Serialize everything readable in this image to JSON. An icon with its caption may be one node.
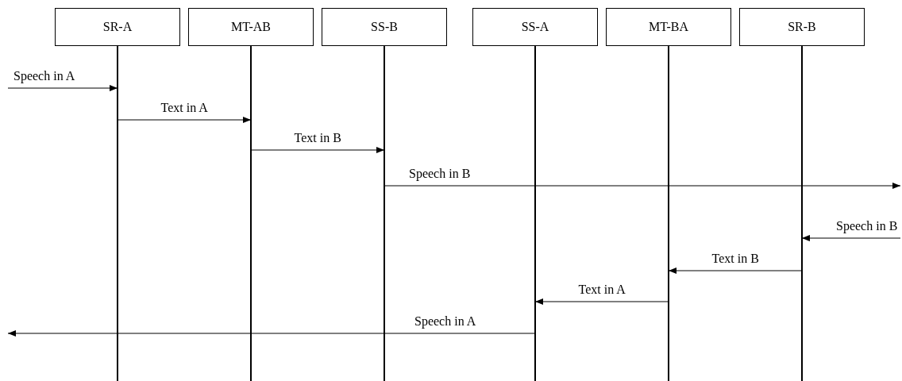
{
  "diagram": {
    "nodes": [
      {
        "text": [
          "SR-A"
        ]
      },
      {
        "text": [
          "MT-AB"
        ]
      },
      {
        "text": [
          "SS-B"
        ]
      },
      {
        "text": [
          "SS-A"
        ]
      },
      {
        "text": [
          "MT-BA"
        ]
      },
      {
        "text": [
          "SR-B"
        ]
      }
    ],
    "edges": [
      {
        "from": null,
        "to": 0,
        "arrow": "to",
        "label": "Speech in A"
      },
      {
        "from": 0,
        "to": 1,
        "arrow": "to",
        "label": "Text in A"
      },
      {
        "from": 1,
        "to": 2,
        "arrow": "to",
        "label": "Text in B"
      },
      {
        "from": 2,
        "to": null,
        "arrow": "to",
        "label": "Speech in B"
      },
      {
        "from": null,
        "to": 5,
        "arrow": "to",
        "label": "Speech in B"
      },
      {
        "from": 5,
        "to": 4,
        "arrow": "to",
        "label": "Text in B"
      },
      {
        "from": 4,
        "to": 3,
        "arrow": "to",
        "label": "Text in A"
      },
      {
        "from": 3,
        "to": null,
        "arrow": "to",
        "label": "Speech in A"
      }
    ]
  }
}
